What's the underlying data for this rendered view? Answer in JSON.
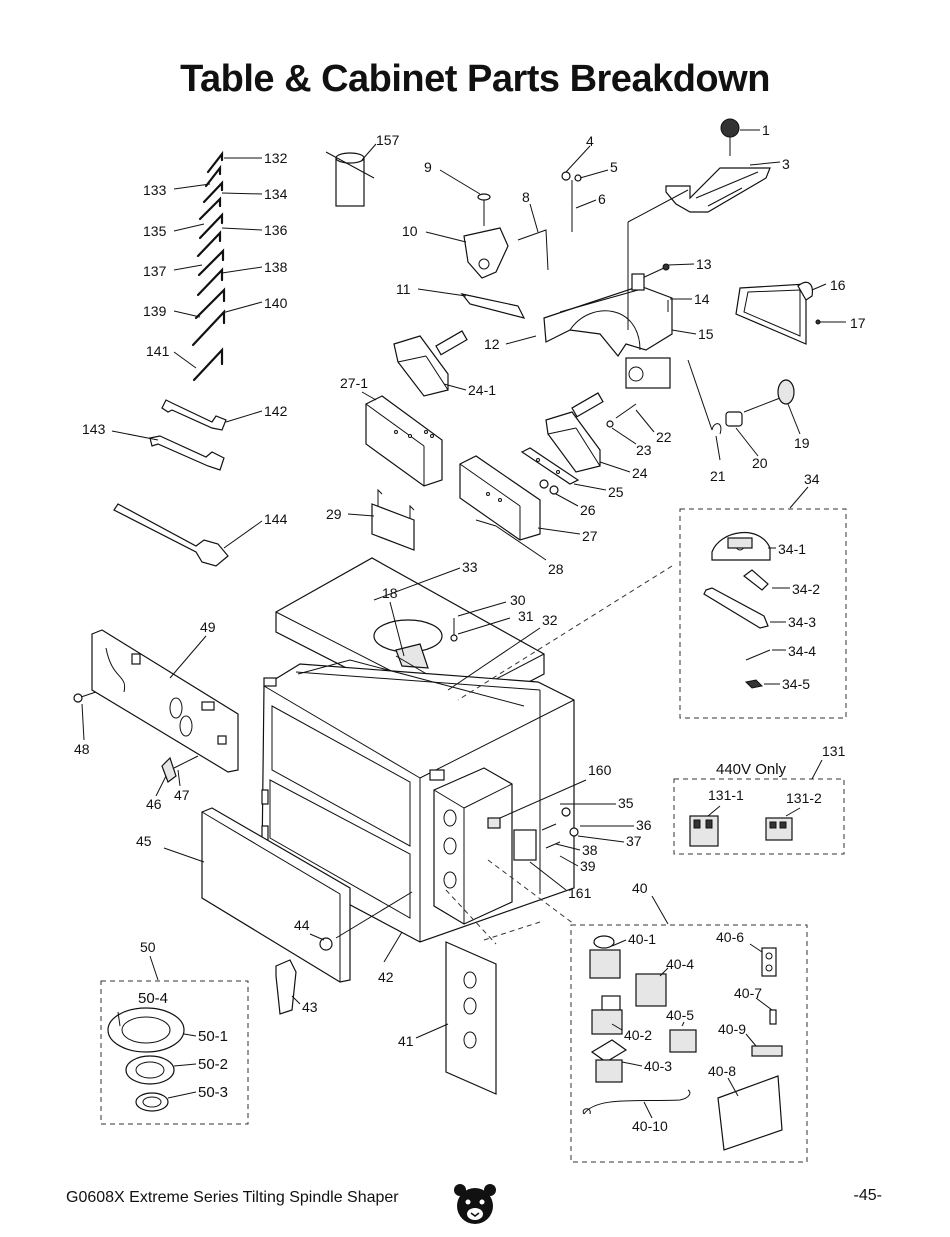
{
  "page": {
    "title": "Table & Cabinet Parts Breakdown",
    "footer": "G0608X Extreme Series Tilting Spindle Shaper",
    "page_number": "-45-"
  },
  "boxes": {
    "b34": "34",
    "b131": "131",
    "b131_note": "440V Only",
    "b40": "40",
    "b50": "50"
  },
  "labels": {
    "l1": "1",
    "l3": "3",
    "l4": "4",
    "l5": "5",
    "l6": "6",
    "l8": "8",
    "l9": "9",
    "l10": "10",
    "l11": "11",
    "l12": "12",
    "l13": "13",
    "l14": "14",
    "l15": "15",
    "l16": "16",
    "l17": "17",
    "l18": "18",
    "l19": "19",
    "l20": "20",
    "l21": "21",
    "l22": "22",
    "l23": "23",
    "l24": "24",
    "l24_1": "24-1",
    "l25": "25",
    "l26": "26",
    "l27": "27",
    "l27_1": "27-1",
    "l28": "28",
    "l29": "29",
    "l30": "30",
    "l31": "31",
    "l32": "32",
    "l33": "33",
    "l34_1": "34-1",
    "l34_2": "34-2",
    "l34_3": "34-3",
    "l34_4": "34-4",
    "l34_5": "34-5",
    "l35": "35",
    "l36": "36",
    "l37": "37",
    "l38": "38",
    "l39": "39",
    "l40_1": "40-1",
    "l40_2": "40-2",
    "l40_3": "40-3",
    "l40_4": "40-4",
    "l40_5": "40-5",
    "l40_6": "40-6",
    "l40_7": "40-7",
    "l40_8": "40-8",
    "l40_9": "40-9",
    "l40_10": "40-10",
    "l41": "41",
    "l42": "42",
    "l43": "43",
    "l44": "44",
    "l45": "45",
    "l46": "46",
    "l47": "47",
    "l48": "48",
    "l49": "49",
    "l50_1": "50-1",
    "l50_2": "50-2",
    "l50_3": "50-3",
    "l50_4": "50-4",
    "l131_1": "131-1",
    "l131_2": "131-2",
    "l132": "132",
    "l133": "133",
    "l134": "134",
    "l135": "135",
    "l136": "136",
    "l137": "137",
    "l138": "138",
    "l139": "139",
    "l140": "140",
    "l141": "141",
    "l142": "142",
    "l143": "143",
    "l144": "144",
    "l157": "157",
    "l160": "160",
    "l161": "161"
  }
}
